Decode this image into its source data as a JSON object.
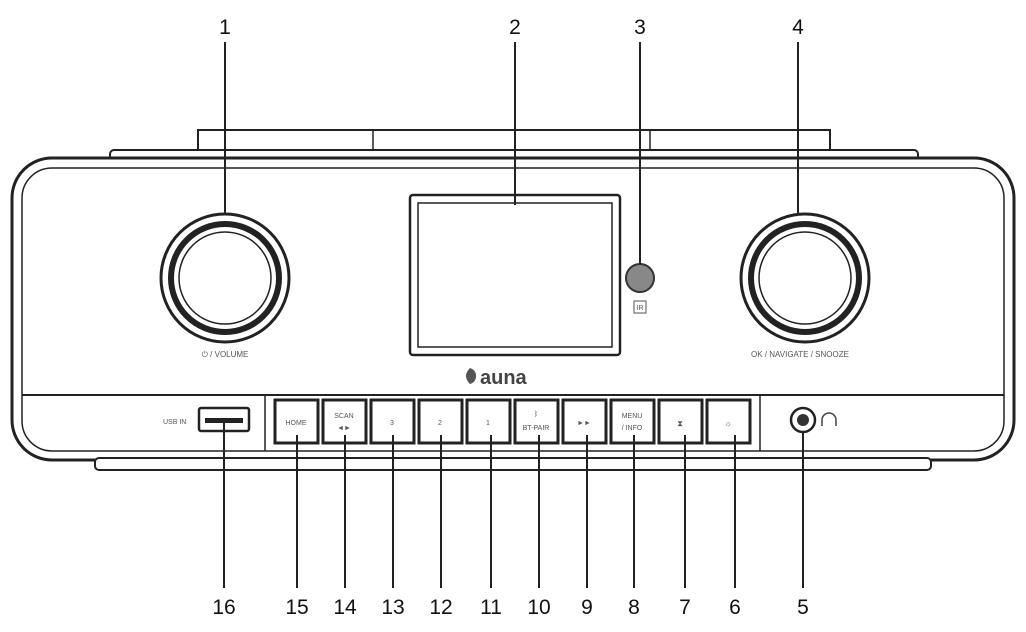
{
  "callouts": {
    "c1": "1",
    "c2": "2",
    "c3": "3",
    "c4": "4",
    "c5": "5",
    "c6": "6",
    "c7": "7",
    "c8": "8",
    "c9": "9",
    "c10": "10",
    "c11": "11",
    "c12": "12",
    "c13": "13",
    "c14": "14",
    "c15": "15",
    "c16": "16"
  },
  "labels": {
    "volume": "⏻ / VOLUME",
    "navigate": "OK / NAVIGATE / SNOOZE",
    "brand": "auna",
    "usb_in": "USB IN",
    "ir_mark": "IR"
  },
  "buttons": {
    "home": "HOME",
    "scan_line1": "SCAN",
    "scan_line2": "◄►",
    "preset3": "3",
    "preset2": "2",
    "preset1": "1",
    "bt_pair_line1": "ᛒ",
    "bt_pair_line2": "BT-PAIR",
    "next": "►►",
    "menu_line1": "MENU",
    "menu_line2": "/ INFO",
    "timer_icon": "⧗",
    "light_icon": "☼"
  }
}
